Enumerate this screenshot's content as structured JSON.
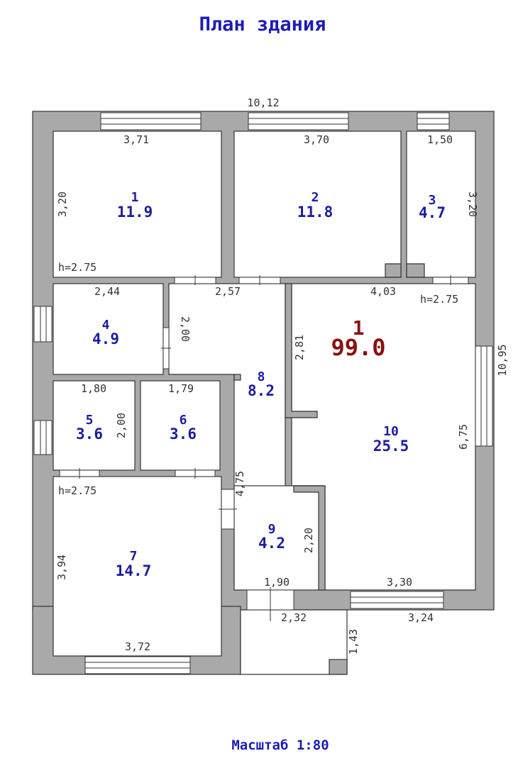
{
  "title": "План здания",
  "scale_label": "Масштаб 1:80",
  "total": {
    "number": "1",
    "area": "99.0"
  },
  "rooms": [
    {
      "num": "1",
      "area": "11.9"
    },
    {
      "num": "2",
      "area": "11.8"
    },
    {
      "num": "3",
      "area": "4.7"
    },
    {
      "num": "4",
      "area": "4.9"
    },
    {
      "num": "5",
      "area": "3.6"
    },
    {
      "num": "6",
      "area": "3.6"
    },
    {
      "num": "7",
      "area": "14.7"
    },
    {
      "num": "8",
      "area": "8.2"
    },
    {
      "num": "9",
      "area": "4.2"
    },
    {
      "num": "10",
      "area": "25.5"
    }
  ],
  "heights": [
    "h=2.75",
    "h=2.75",
    "h=2.75"
  ],
  "dimensions": {
    "overall_width": "10,12",
    "overall_depth": "10,95",
    "r1_width": "3,71",
    "r1_depth": "3,20",
    "r2_width": "3,70",
    "r3_width": "1,50",
    "r3_depth": "3,20",
    "r4_width": "2,44",
    "hall_width": "2,57",
    "hall_depth": "2,00",
    "r10_width": "4,03",
    "r10_wall": "2,81",
    "r10_depth": "6,75",
    "r5_width": "1,80",
    "r5_depth": "2,00",
    "r6_width": "1,79",
    "r8_depth": "4,75",
    "r7_depth": "3,94",
    "r7_width": "3,72",
    "r9_depth": "2,20",
    "r9_width": "1,90",
    "r10_bottom": "3,30",
    "porch_width": "2,32",
    "porch_depth": "1,43",
    "bottom_right": "3,24"
  }
}
